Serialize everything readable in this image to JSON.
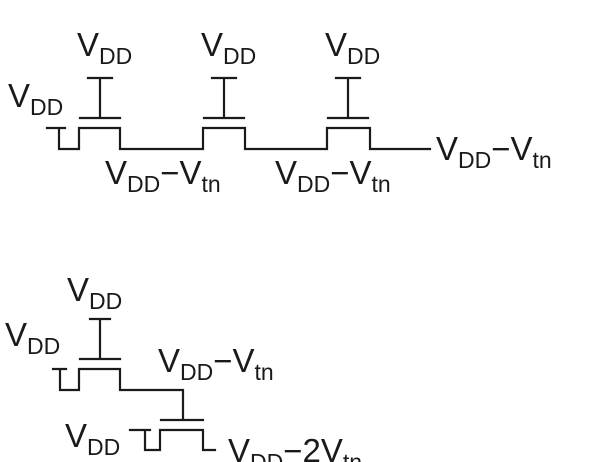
{
  "top_circuit": {
    "gate_labels": [
      {
        "main": "V",
        "sub": "DD"
      },
      {
        "main": "V",
        "sub": "DD"
      },
      {
        "main": "V",
        "sub": "DD"
      }
    ],
    "input_label": {
      "main": "V",
      "sub": "DD"
    },
    "node_labels": [
      {
        "a": "V",
        "a_sub": "DD",
        "op": "−",
        "b": "V",
        "b_sub": "tn"
      },
      {
        "a": "V",
        "a_sub": "DD",
        "op": "−",
        "b": "V",
        "b_sub": "tn"
      }
    ],
    "output_label": {
      "a": "V",
      "a_sub": "DD",
      "op": "−",
      "b": "V",
      "b_sub": "tn"
    }
  },
  "bottom_circuit": {
    "gate_label": {
      "main": "V",
      "sub": "DD"
    },
    "input_label": {
      "main": "V",
      "sub": "DD"
    },
    "node_label": {
      "a": "V",
      "a_sub": "DD",
      "op": "−",
      "b": "V",
      "b_sub": "tn"
    },
    "second_input_label": {
      "main": "V",
      "sub": "DD"
    },
    "output_label": {
      "a": "V",
      "a_sub": "DD",
      "op": "−",
      "b": "2V",
      "b_sub": "tn"
    }
  }
}
